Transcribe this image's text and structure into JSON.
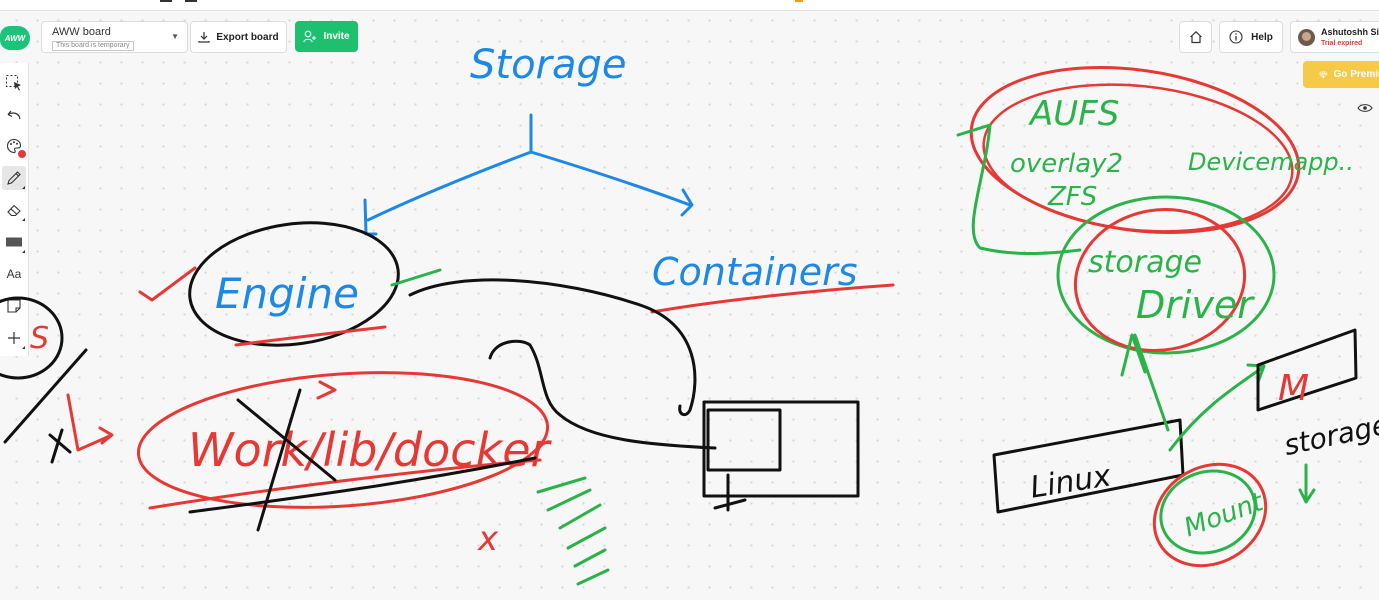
{
  "header": {
    "logo_text": "AWW",
    "board_name": "AWW board",
    "board_subtitle": "This board is temporary",
    "export_label": "Export board",
    "invite_label": "Invite",
    "help_label": "Help",
    "user_name": "Ashutoshh Singh",
    "user_status": "Trial expired",
    "premium_label": "Go Premium"
  },
  "toolbar": {
    "items": [
      "select-tool",
      "undo",
      "color-picker",
      "pencil-tool",
      "eraser-tool",
      "shape-tool",
      "text-tool",
      "sticky-note-tool",
      "add-tool"
    ],
    "text_tool_label": "Aa",
    "active_tool": "pencil-tool",
    "current_color": "#e53935"
  },
  "canvas": {
    "handwriting": {
      "storage_title": "Storage",
      "engine": "Engine",
      "containers": "Containers",
      "lib_docker": "Work/lib/docker",
      "aufs": "AUFS",
      "overlay2": "overlay2",
      "zfs": "ZFS",
      "device_mapper": "Devicemapp..",
      "storage_driver_top": "storage",
      "storage_driver_bottom": "Driver",
      "linux": "Linux",
      "m_box": "M",
      "storage_right": "storage",
      "mount": "Mount",
      "cross_mark": "x",
      "arrow_l": "L",
      "left_s": "S"
    },
    "colors": {
      "blue": "#1e88e5",
      "red": "#e53935",
      "green": "#2bb34a",
      "black": "#111111"
    }
  }
}
